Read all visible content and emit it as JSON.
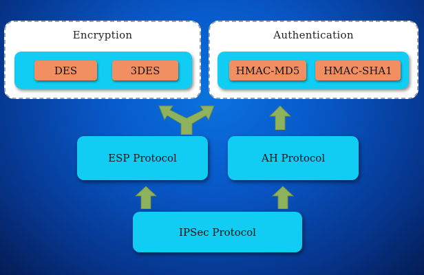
{
  "encryption": {
    "title": "Encryption",
    "algorithms": [
      "DES",
      "3DES"
    ]
  },
  "authentication": {
    "title": "Authentication",
    "algorithms": [
      "HMAC-MD5",
      "HMAC-SHA1"
    ]
  },
  "protocols": {
    "esp": "ESP Protocol",
    "ah": "AH Protocol",
    "ipsec": "IPSec Protocol"
  },
  "colors": {
    "background": "#0857c6",
    "protocol_box": "#12cdf3",
    "algorithm_box": "#f18f62",
    "arrow": "#8fb25f"
  }
}
